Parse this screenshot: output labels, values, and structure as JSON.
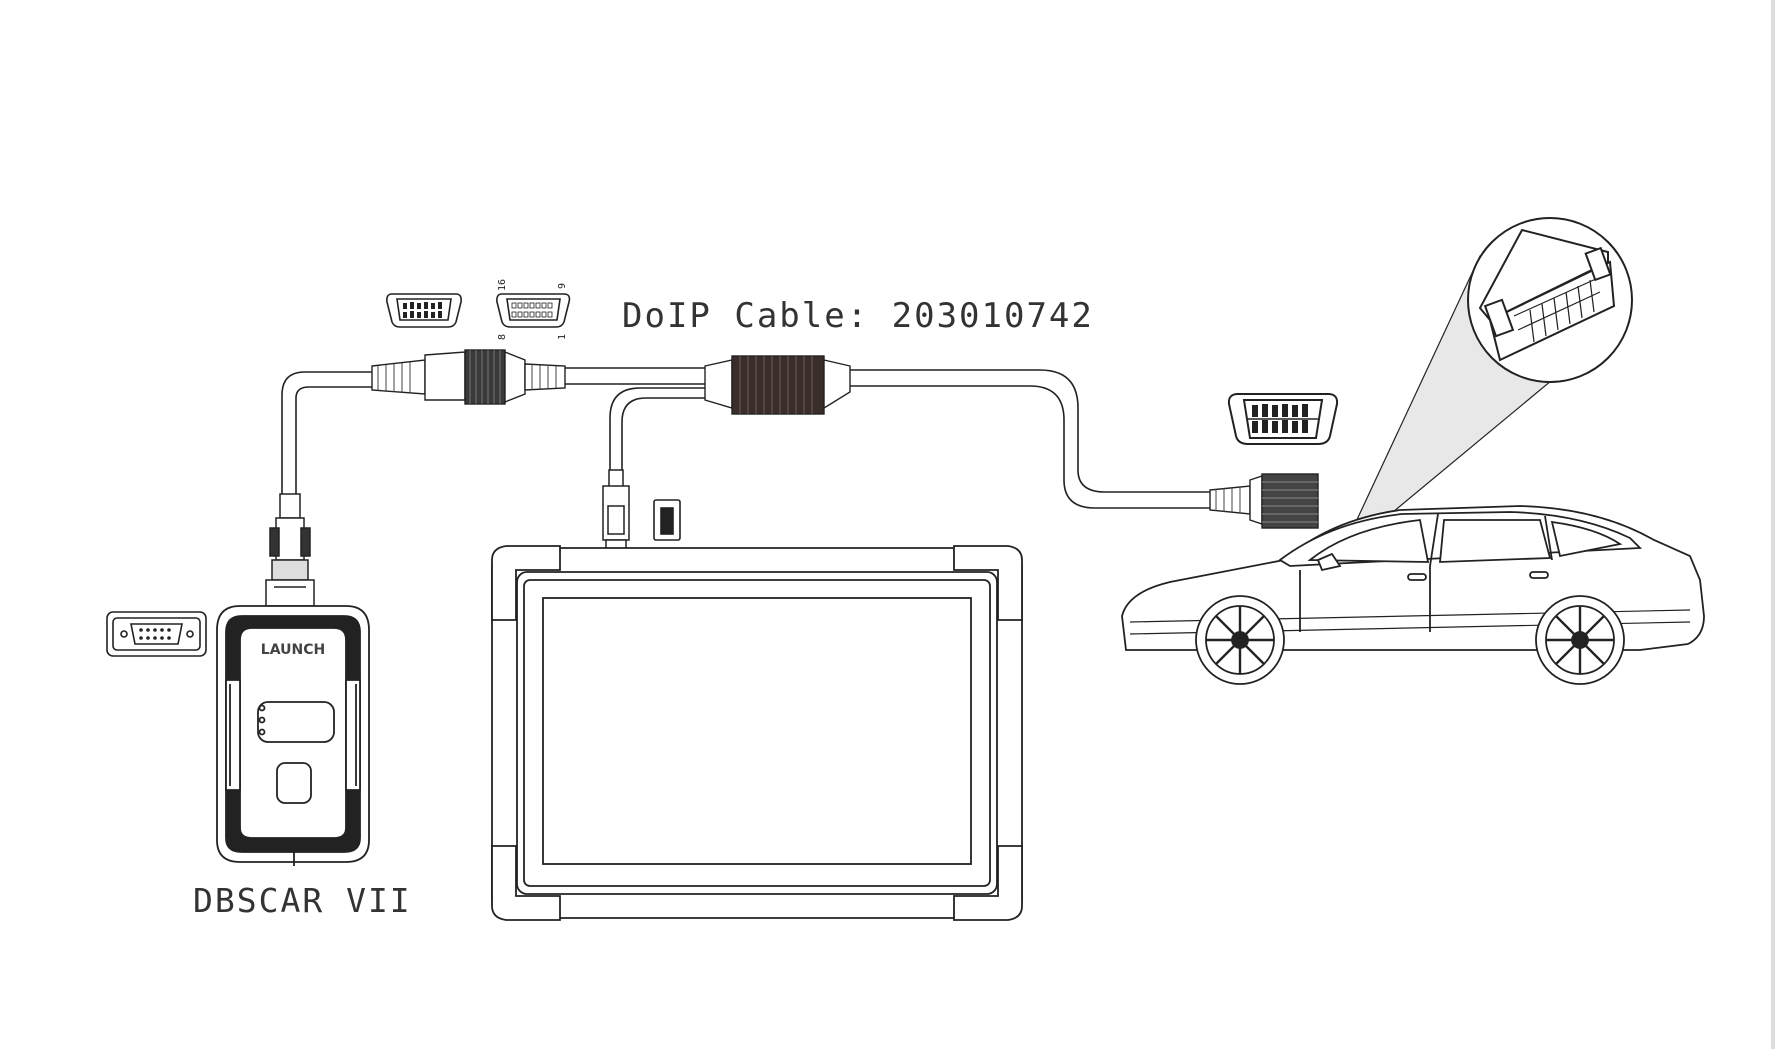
{
  "diagram": {
    "cable_title": "DoIP Cable: 203010742",
    "device_label": "DBSCAR VII",
    "vci_brand": "LAUNCH",
    "pin_labels": {
      "top_left": "16",
      "top_right": "9",
      "bottom_left": "8",
      "bottom_right": "1"
    }
  }
}
